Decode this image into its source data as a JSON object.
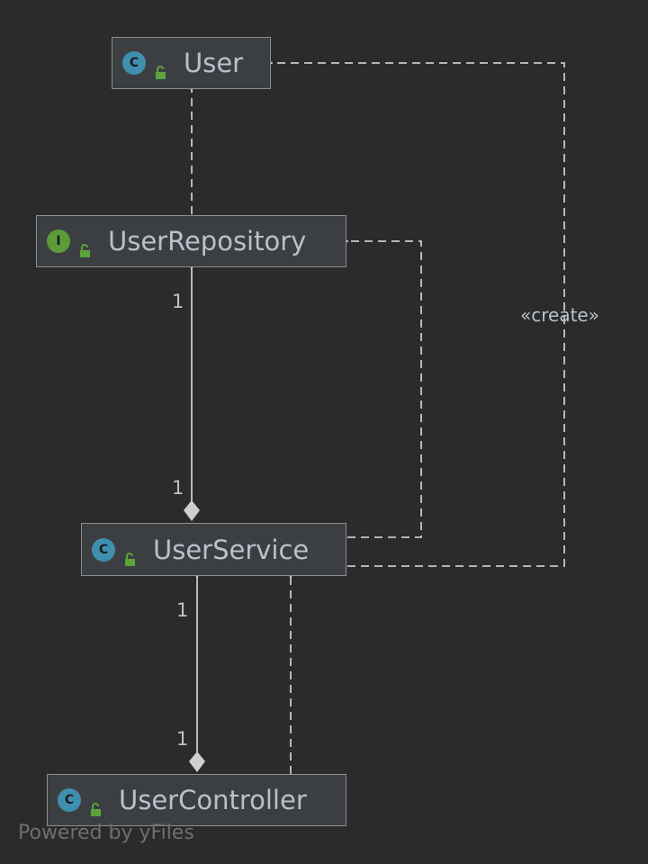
{
  "nodes": {
    "user": {
      "name": "User",
      "kind": "class",
      "kind_glyph": "C",
      "visibility": "public"
    },
    "user_repository": {
      "name": "UserRepository",
      "kind": "interface",
      "kind_glyph": "I",
      "visibility": "public"
    },
    "user_service": {
      "name": "UserService",
      "kind": "class",
      "kind_glyph": "C",
      "visibility": "public"
    },
    "user_controller": {
      "name": "UserController",
      "kind": "class",
      "kind_glyph": "C",
      "visibility": "public"
    }
  },
  "edges": {
    "repository_uses_user": {
      "from": "UserRepository",
      "to": "User",
      "style": "dashed"
    },
    "service_repository_composition": {
      "from": "UserService",
      "to": "UserRepository",
      "style": "solid",
      "source_multiplicity": "1",
      "target_multiplicity": "1"
    },
    "service_depends_repository": {
      "from": "UserService",
      "to": "UserRepository",
      "style": "dashed"
    },
    "service_creates_user": {
      "from": "UserService",
      "to": "User",
      "style": "dashed",
      "stereotype": "«create»"
    },
    "controller_service_composition": {
      "from": "UserController",
      "to": "UserService",
      "style": "solid",
      "source_multiplicity": "1",
      "target_multiplicity": "1"
    },
    "controller_depends_service": {
      "from": "UserController",
      "to": "UserService",
      "style": "dashed"
    }
  },
  "footer": {
    "text": "Powered by yFiles"
  },
  "colors": {
    "background": "#2b2b2b",
    "node_fill": "#3c3f41",
    "node_border": "#8b8f92",
    "text": "#b7c2cd",
    "edge": "#c8c8c8",
    "class_icon": "#3f8fb0",
    "interface_icon": "#5c9a3a",
    "visibility_icon": "#5ba33b"
  }
}
